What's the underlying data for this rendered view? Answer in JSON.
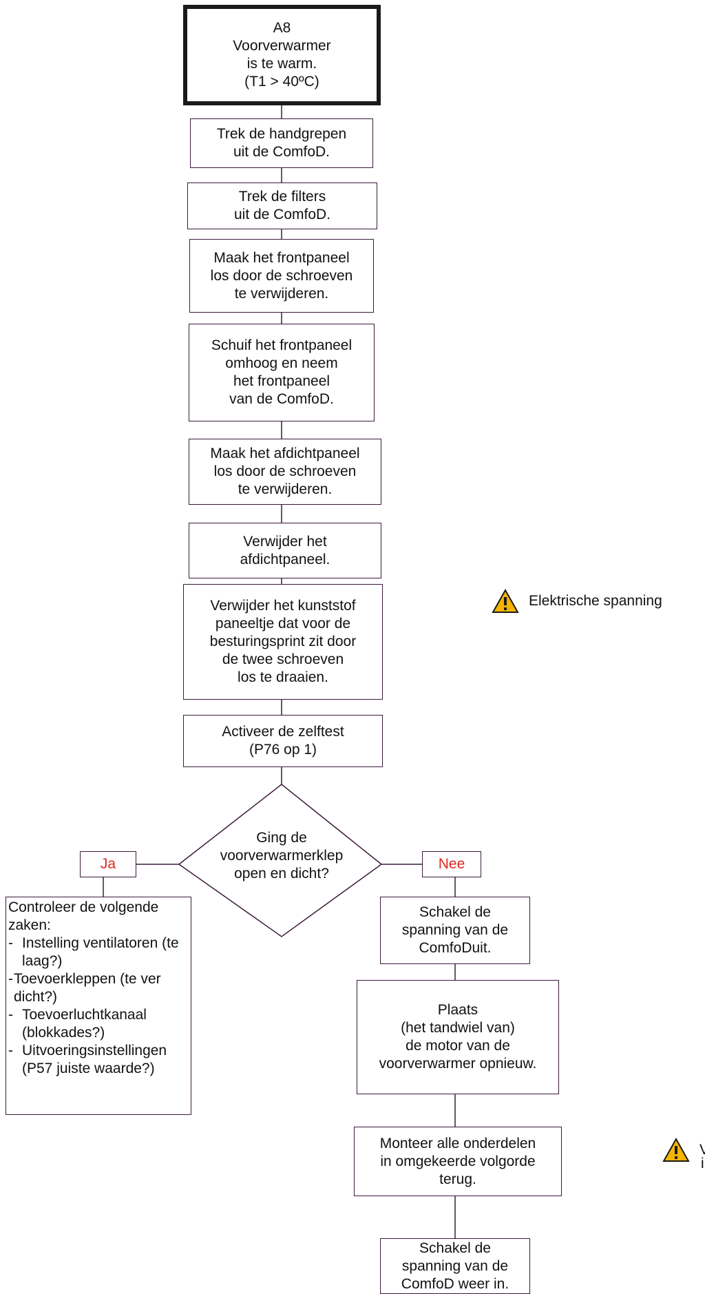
{
  "steps": {
    "a8": "A8\nVoorverwarmer\nis te warm.\n(T1 > 40ºC)",
    "s1": "Trek de handgrepen\nuit de ComfoD.",
    "s2": "Trek de filters\nuit de ComfoD.",
    "s3": "Maak het frontpaneel\nlos door de schroeven\nte verwijderen.",
    "s4": "Schuif het frontpaneel\nomhoog en neem\nhet frontpaneel\nvan de ComfoD.",
    "s5": "Maak het afdichtpaneel\nlos door de schroeven\nte verwijderen.",
    "s6": "Verwijder het\nafdichtpaneel.",
    "s7": "Verwijder het kunststof\npaneeltje dat voor de\nbesturingsprint zit door\nde twee schroeven\nlos te draaien.",
    "s8": "Activeer de zelftest\n(P76 op 1)"
  },
  "decision": "Ging de\nvoorverwarmerklep\nopen en dicht?",
  "branch_yes": "Ja",
  "branch_no": "Nee",
  "yes_box": {
    "intro": "Controleer de volgende zaken:",
    "items": [
      "Instelling ventilatoren (te laag?)",
      "Toevoerkleppen (te ver dicht?)",
      "Toevoerluchtkanaal (blokkades?)",
      "Uitvoeringsinstellingen (P57 juiste waarde?)"
    ]
  },
  "no_steps": {
    "n1": "Schakel de\nspanning van de\nComfoDuit.",
    "n2": "Plaats\n(het tandwiel van)\nde motor van de\nvoorverwarmer opnieuw.",
    "n3": "Monteer alle onderdelen\nin omgekeerde volgorde\nterug.",
    "n4": "Schakel de\nspanning van de\nComfoD weer in."
  },
  "warnings": {
    "w1": "Elektrische spanning",
    "w2": "V",
    "w2b": "i"
  },
  "colors": {
    "warning_yellow": "#f4b400",
    "label_red": "#e0261f",
    "border": "#3a1a3a"
  }
}
